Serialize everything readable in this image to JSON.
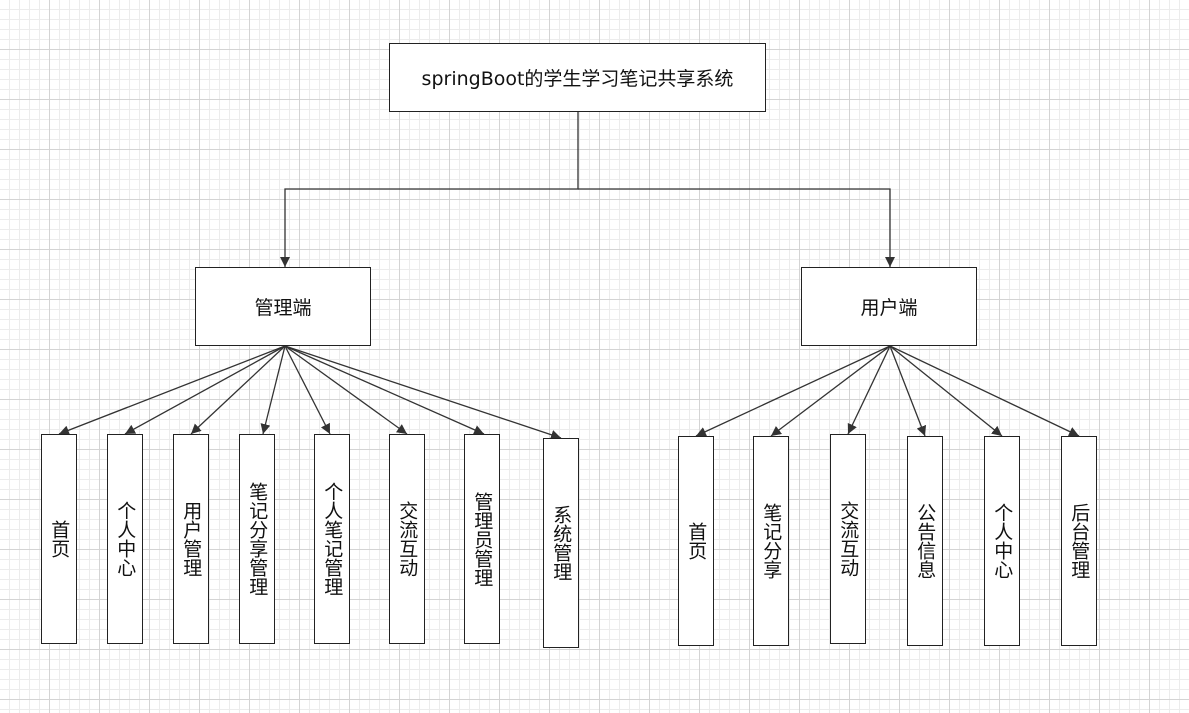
{
  "root": {
    "label": "springBoot的学生学习笔记共享系统"
  },
  "branches": [
    {
      "label": "管理端",
      "children": [
        "首页",
        "个人中心",
        "用户管理",
        "笔记分享管理",
        "个人笔记管理",
        "交流互动",
        "管理员管理",
        "系统管理"
      ]
    },
    {
      "label": "用户端",
      "children": [
        "首页",
        "笔记分享",
        "交流互动",
        "公告信息",
        "个人中心",
        "后台管理"
      ]
    }
  ],
  "colors": {
    "line": "#333333",
    "border": "#222222",
    "background": "#ffffff"
  }
}
